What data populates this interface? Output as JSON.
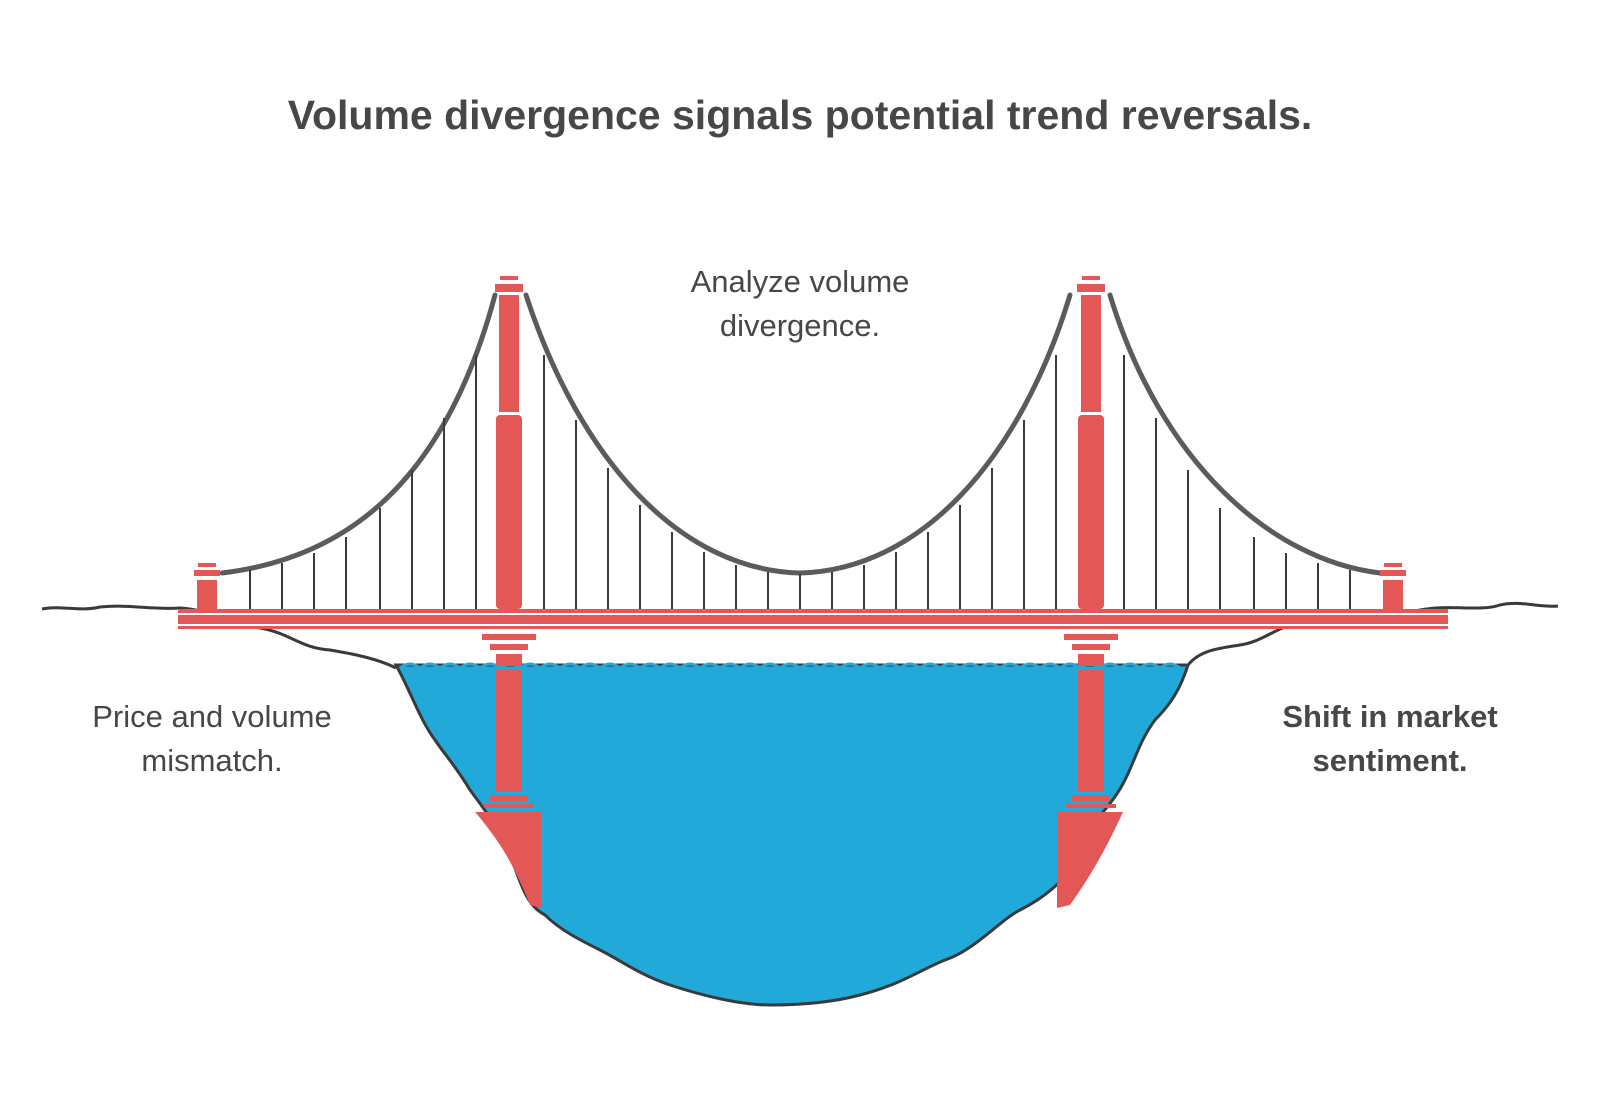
{
  "title": "Volume divergence signals potential trend reversals.",
  "labels": {
    "top": "Analyze volume\ndivergence.",
    "left": "Price and volume\nmismatch.",
    "right": "Shift in market\nsentiment."
  },
  "colors": {
    "tower": "#e35856",
    "water": "#21aad9",
    "cable": "#5b5b5b",
    "ground_line": "#3a3a3a",
    "text": "#474747"
  }
}
